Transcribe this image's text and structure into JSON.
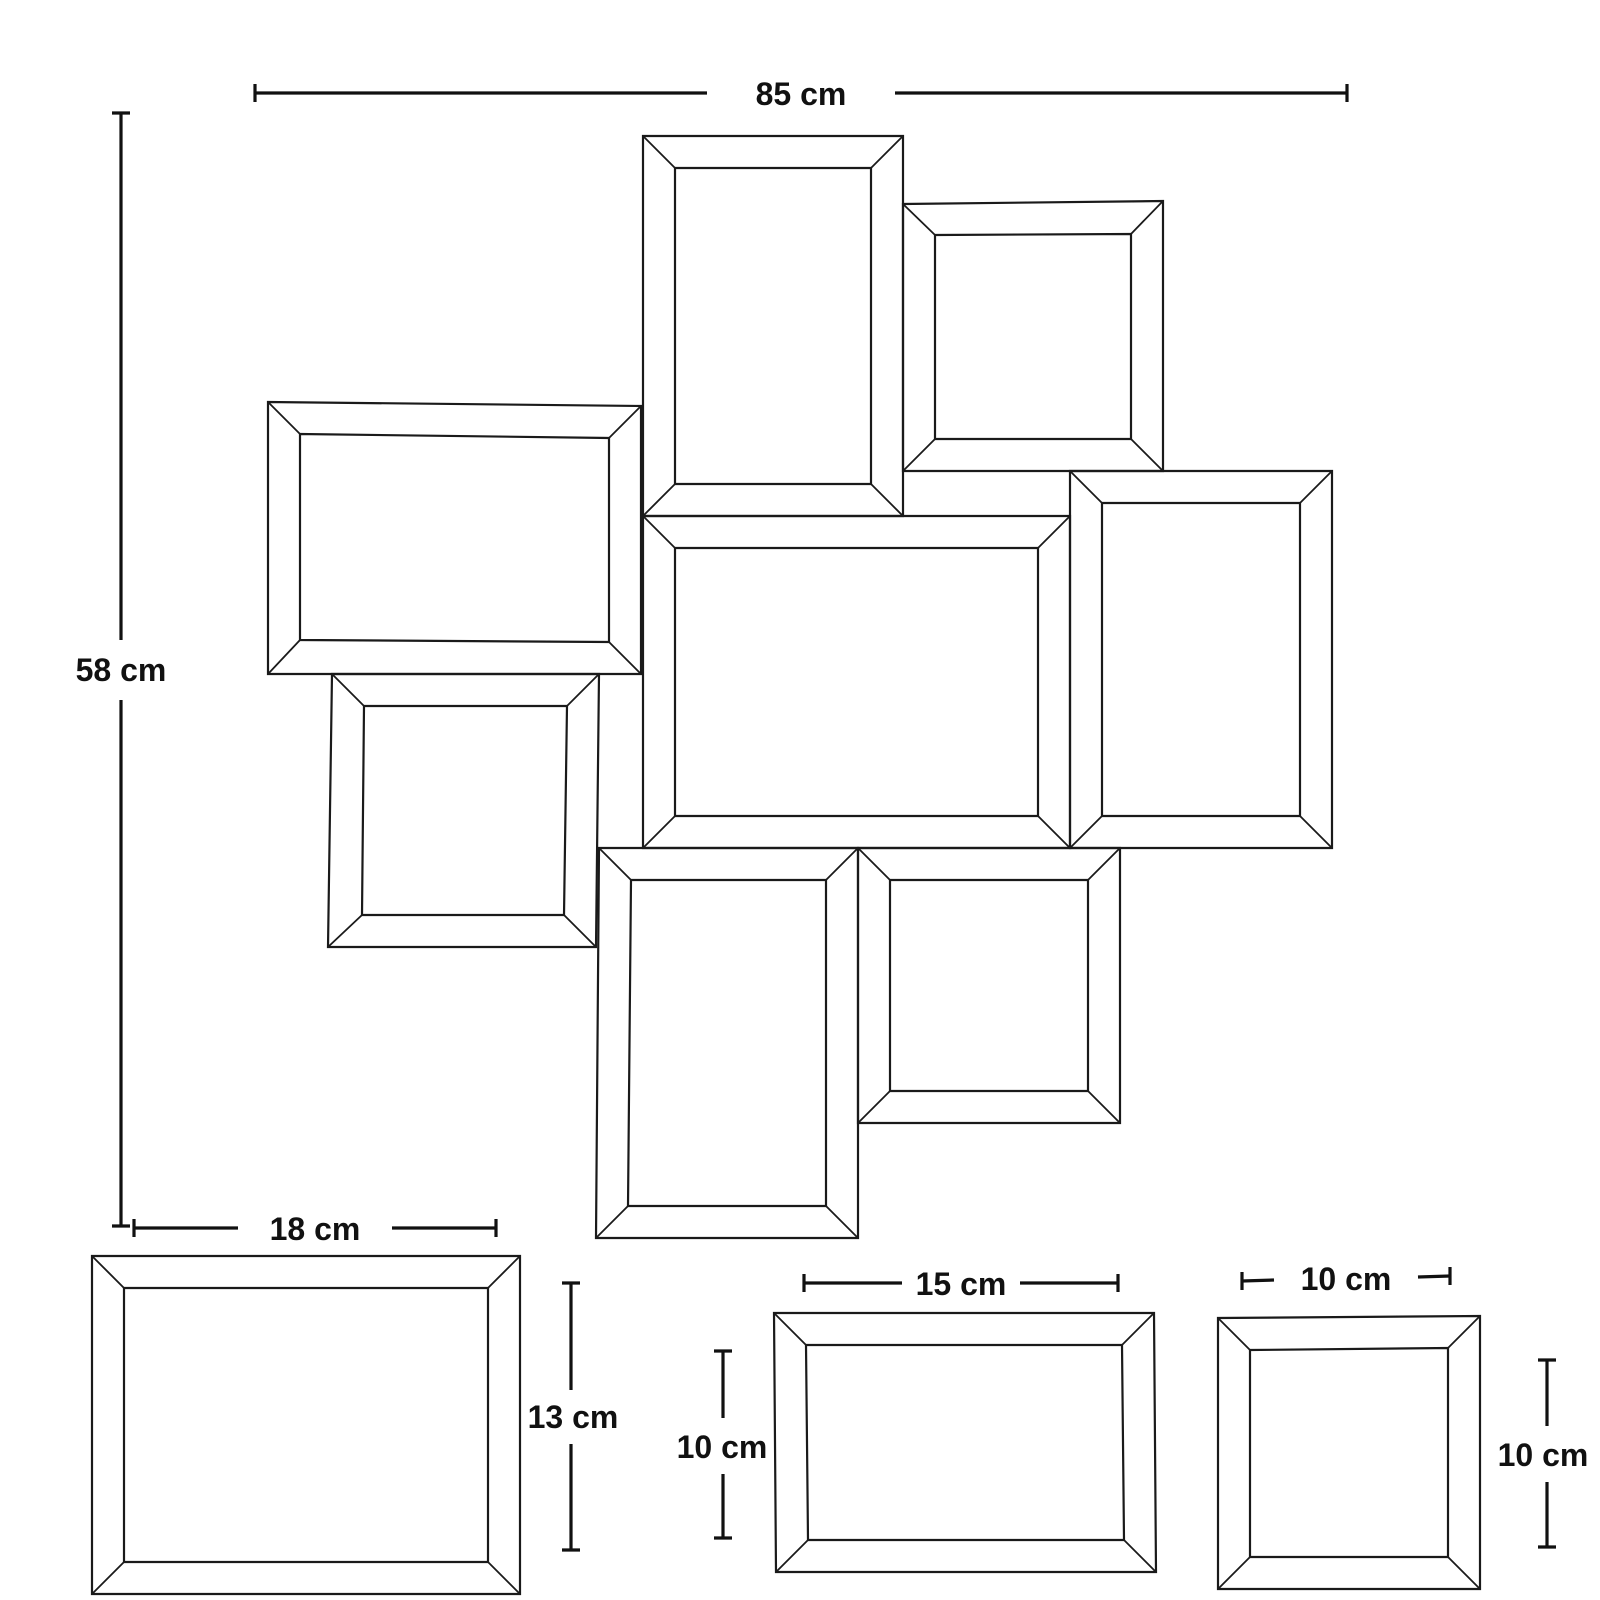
{
  "colors": {
    "line": "#1a1a1a",
    "text": "#111111",
    "background": "#ffffff"
  },
  "dimensions": {
    "total_width": "85 cm",
    "total_height": "58 cm",
    "large_width": "18 cm",
    "large_height": "13 cm",
    "medium_width": "15 cm",
    "medium_height": "10 cm",
    "small_width": "10 cm",
    "small_height": "10 cm"
  }
}
